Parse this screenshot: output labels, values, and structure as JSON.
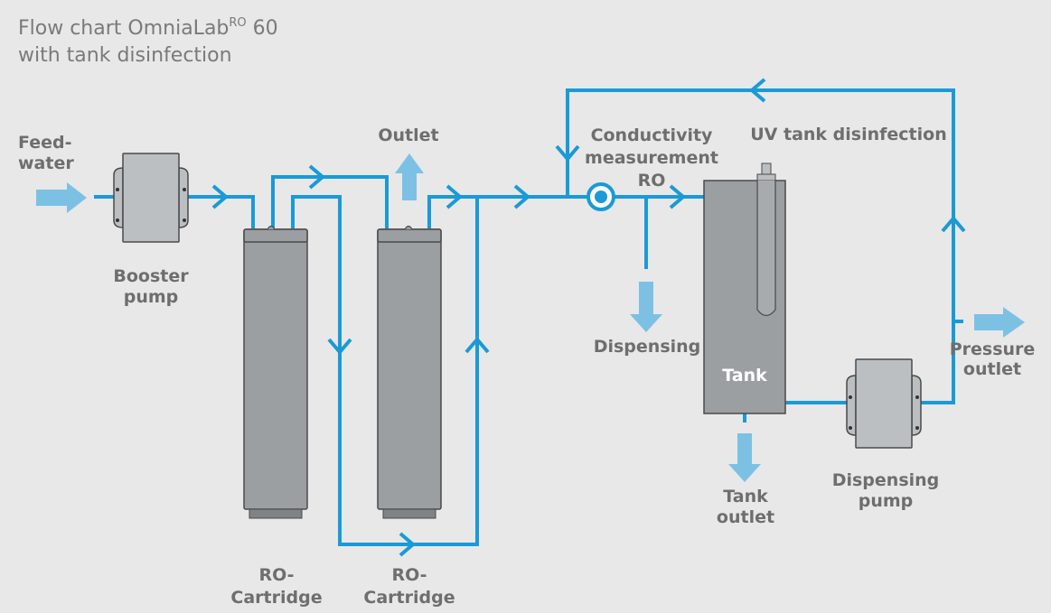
{
  "title": {
    "line1_prefix": "Flow chart OmniaLab",
    "line1_superscript": "RO",
    "line1_suffix": " 60",
    "line2": "with tank disinfection"
  },
  "labels": {
    "feedwater_line1": "Feed-",
    "feedwater_line2": "water",
    "booster_line1": "Booster",
    "booster_line2": "pump",
    "outlet": "Outlet",
    "conductivity_line1": "Conductivity",
    "conductivity_line2": "measurement",
    "conductivity_line3": "RO",
    "uv": "UV tank disinfection",
    "dispensing": "Dispensing",
    "tank": "Tank",
    "tank_outlet_line1": "Tank",
    "tank_outlet_line2": "outlet",
    "dispensing_pump_line1": "Dispensing",
    "dispensing_pump_line2": "pump",
    "pressure_outlet_line1": "Pressure",
    "pressure_outlet_line2": "outlet",
    "cartridge1_line1": "RO-",
    "cartridge1_line2": "Cartridge",
    "cartridge2_line1": "RO-",
    "cartridge2_line2": "Cartridge"
  },
  "colors": {
    "background": "#e8e8e8",
    "pipe": "#1a9ad6",
    "flow_arrow": "#7cc1e4",
    "device": "#9b9fa1",
    "label": "#6e6e6e"
  }
}
